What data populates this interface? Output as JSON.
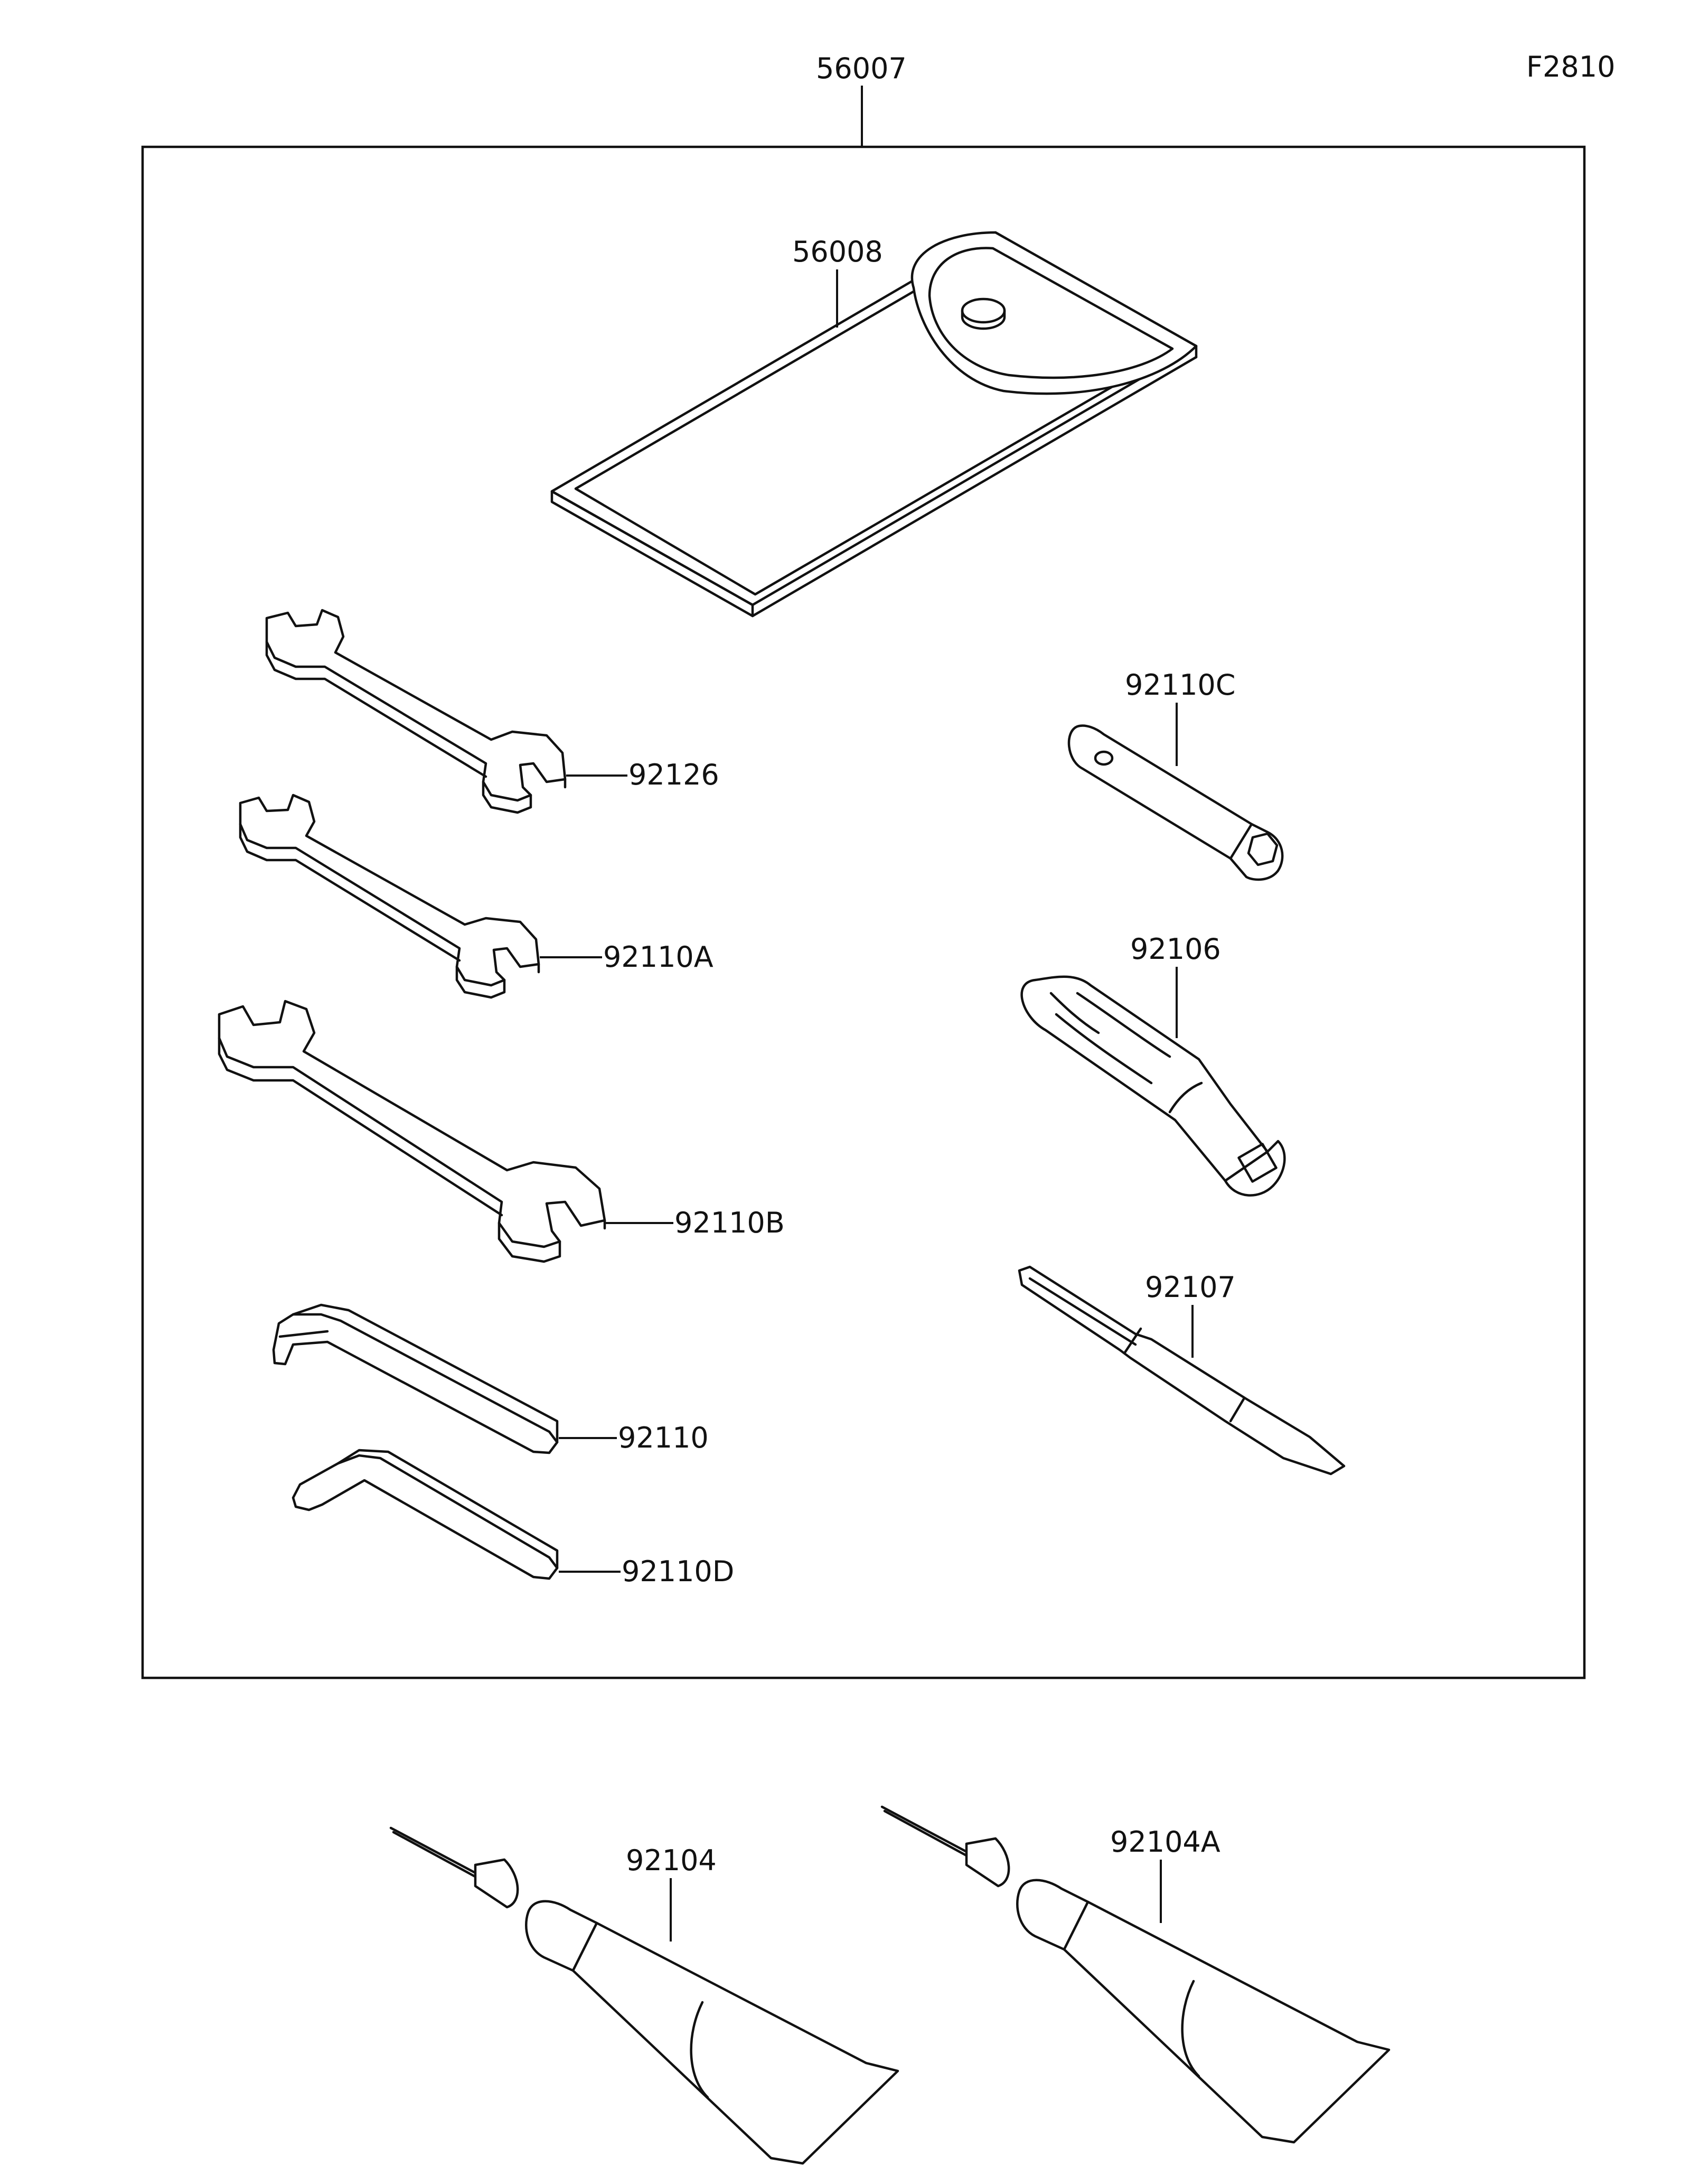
{
  "figure_code": "F2810",
  "parts": {
    "kit": "56007",
    "pouch": "56008",
    "wrench_small": "92126",
    "wrench_medium": "92110A",
    "wrench_large": "92110B",
    "hex_key_long": "92110",
    "hex_key_short": "92110D",
    "spark_plug_wrench": "92110C",
    "screwdriver_handle": "92106",
    "screwdriver_bit": "92107",
    "grease_tube_1": "92104",
    "grease_tube_2": "92104A"
  },
  "colors": {
    "line": "#111111",
    "background": "#ffffff"
  }
}
